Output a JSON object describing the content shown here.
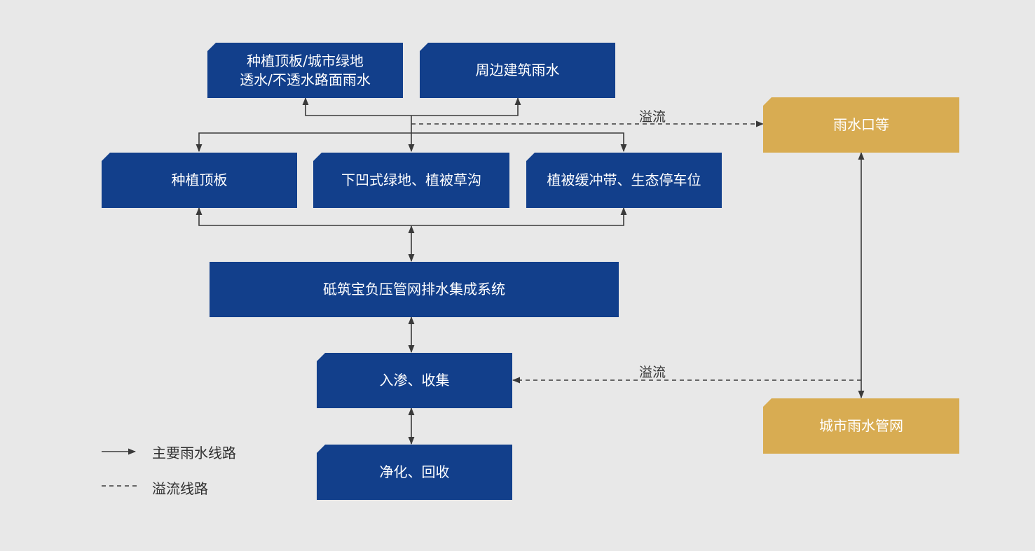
{
  "nodes": {
    "top_left_line1": "种植顶板/城市绿地",
    "top_left_line2": "透水/不透水路面雨水",
    "top_right": "周边建筑雨水",
    "mid_1": "种植顶板",
    "mid_2": "下凹式绿地、植被草沟",
    "mid_3": "植被缓冲带、生态停车位",
    "system": "砥筑宝负压管网排水集成系统",
    "infiltrate": "入渗、收集",
    "purify": "净化、回收",
    "rain_inlet": "雨水口等",
    "city_pipe": "城市雨水管网"
  },
  "edge_labels": {
    "overflow_top": "溢流",
    "overflow_bottom": "溢流"
  },
  "legend": {
    "main": "主要雨水线路",
    "overflow": "溢流线路"
  },
  "colors": {
    "background": "#e8e8e8",
    "box_blue": "#123f8b",
    "box_gold": "#d8ac52",
    "line": "#3a3a3a"
  }
}
